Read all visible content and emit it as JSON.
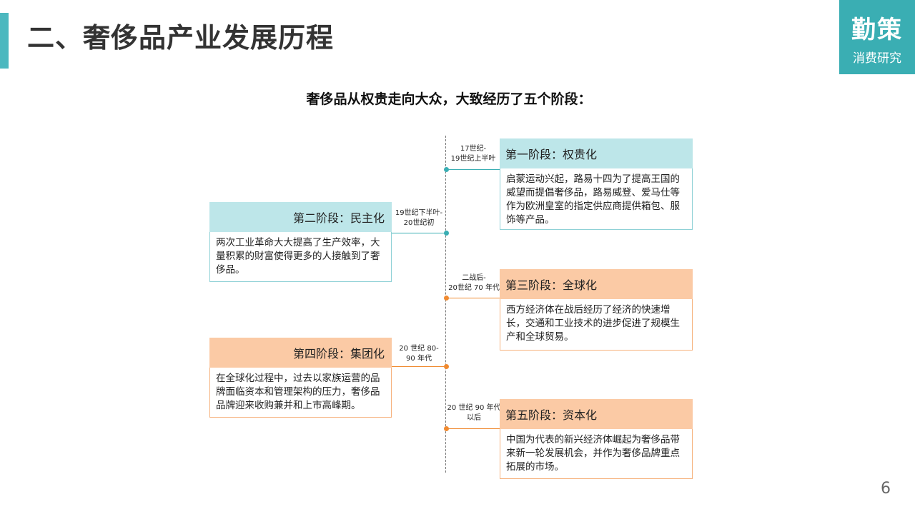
{
  "header": {
    "title": "二、奢侈品产业发展历程"
  },
  "logo": {
    "main": "勤策",
    "sub": "消费研究"
  },
  "subtitle": "奢侈品从权贵走向大众，大致经历了五个阶段：",
  "timeline": {
    "stages": [
      {
        "period_line1": "17世纪-",
        "period_line2": "19世纪上半叶",
        "title": "第一阶段：权贵化",
        "text": "启蒙运动兴起，路易十四为了提高王国的威望而提倡奢侈品，路易威登、爱马仕等作为欧洲皇室的指定供应商提供箱包、服饰等产品。",
        "color": "#bde6e9"
      },
      {
        "period_line1": "19世纪下半叶-",
        "period_line2": "20世纪初",
        "title": "第二阶段：民主化",
        "text": "两次工业革命大大提高了生产效率，大量积累的财富使得更多的人接触到了奢侈品。",
        "color": "#bde6e9"
      },
      {
        "period_line1": "二战后-",
        "period_line2": "20世纪 70 年代",
        "title": "第三阶段：全球化",
        "text": "西方经济体在战后经历了经济的快速增长，交通和工业技术的进步促进了规模生产和全球贸易。",
        "color": "#fbcaa5"
      },
      {
        "period_line1": "20 世纪 80-",
        "period_line2": "90 年代",
        "title": "第四阶段：集团化",
        "text": "在全球化过程中，过去以家族运营的品牌面临资本和管理架构的压力，奢侈品品牌迎来收购兼并和上市高峰期。",
        "color": "#fbcaa5"
      },
      {
        "period_line1": "20 世纪 90 年代",
        "period_line2": "以后",
        "title": "第五阶段：资本化",
        "text": "中国为代表的新兴经济体崛起为奢侈品带来新一轮发展机会，并作为奢侈品牌重点拓展的市场。",
        "color": "#fbcaa5"
      }
    ]
  },
  "footer": {
    "page_number": "6"
  }
}
